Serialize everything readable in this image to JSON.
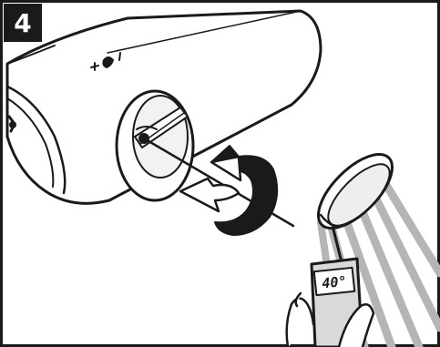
{
  "figure": {
    "step_number": "4",
    "thermometer_reading": "40°",
    "heater_marking": "+ 🌡 I",
    "icons": [
      "step-number-badge",
      "rotate-arrow-icon",
      "thermometer-icon",
      "shower-head-icon",
      "hand-icon"
    ]
  },
  "colors": {
    "line": "#1a1a1a",
    "fill": "#ffffff",
    "shade": "#d9d9d9"
  }
}
